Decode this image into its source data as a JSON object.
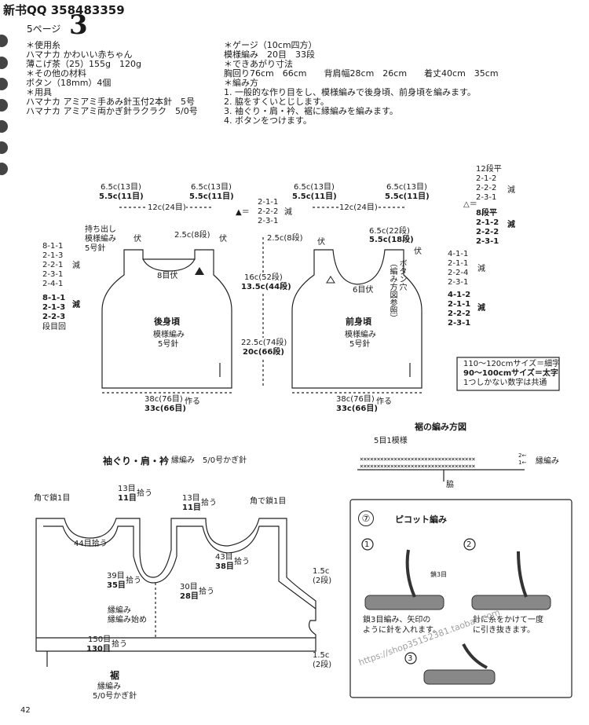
{
  "header": {
    "qq": "新书QQ 358483359",
    "page_label": "5ページ",
    "page_number": "3"
  },
  "materials_left": [
    "＊使用糸",
    "ハマナカ かわいい赤ちゃん",
    "薄こげ茶（25）155g　120g",
    "＊その他の材料",
    "ボタン（18mm）4個",
    "＊用具",
    "ハマナカ アミアミ手あみ針玉付2本針　5号",
    "ハマナカ アミアミ両かぎ針ラクラク　5/0号"
  ],
  "gauge": {
    "heading": "＊ゲージ（10cm四方）",
    "line": "模様編み　20目　33段"
  },
  "finished": {
    "heading": "＊できあがり寸法",
    "line": "胸回り76cm　66cm　　背肩幅28cm　26cm　　着丈40cm　35cm"
  },
  "method": {
    "heading": "＊編み方",
    "steps": [
      "1. 一般的な作り目をし、模様編みで後身頃、前身頃を編みます。",
      "2. 脇をすくいとじします。",
      "3. 袖ぐり・肩・衿、裾に縁編みを編みます。",
      "4. ボタンをつけます。"
    ]
  },
  "back": {
    "shoulder_l": "6.5c(13目)",
    "shoulder_l_b": "5.5c(11目)",
    "shoulder_r": "6.5c(13目)",
    "shoulder_r_b": "5.5c(11目)",
    "neck_width": "12c(24目)",
    "neck_note": [
      "2-1-1",
      "2-2-2",
      "2-3-1"
    ],
    "neck_note_label": "減",
    "mochidashi": [
      "持ち出し",
      "模様編み",
      "5号針"
    ],
    "fuse": "伏",
    "neck_depth": "2.5c(8段)",
    "neck_8": "8目伏",
    "left_dec_normal": [
      "8-1-1",
      "2-1-3",
      "2-2-1",
      "2-3-1",
      "2-4-1"
    ],
    "left_dec_bold": [
      "8-1-1",
      "2-1-3",
      "2-2-3"
    ],
    "gen": "減",
    "dan_kai": "段目回",
    "name": "後身頃",
    "pattern": "模様編み",
    "needle": "5号針",
    "width_normal": "38c(76目)",
    "width_bold": "33c(66目)",
    "tsukuru": "作る"
  },
  "center": {
    "depth": "2.5c(8段)",
    "arm_normal": "16c(52段)",
    "arm_bold": "13.5c(44段)",
    "body_normal": "22.5c(74段)",
    "body_bold": "20c(66段)"
  },
  "front": {
    "shoulder_l": "6.5c(13目)",
    "shoulder_l_b": "5.5c(11目)",
    "shoulder_r": "6.5c(13目)",
    "shoulder_r_b": "5.5c(11目)",
    "neck_width": "12c(24目)",
    "neck_depth": "6.5c(22段)",
    "neck_depth_b": "5.5c(18段)",
    "fuse": "伏",
    "neck_6": "6目伏",
    "button_note": [
      "ボタン穴",
      "（編み方図参照）"
    ],
    "name": "前身頃",
    "pattern": "模様編み",
    "needle": "5号針",
    "width_normal": "38c(76目)",
    "width_bold": "33c(66目)",
    "tsukuru": "作る",
    "right_top_normal": [
      "12段平",
      "2-1-2",
      "2-2-2",
      "2-3-1"
    ],
    "right_top_bold": [
      "8段平",
      "2-1-2",
      "2-2-2",
      "2-3-1"
    ],
    "right_mid_normal": [
      "4-1-1",
      "2-1-1",
      "2-2-4",
      "2-3-1"
    ],
    "right_mid_bold": [
      "4-1-2",
      "2-1-1",
      "2-2-2",
      "2-3-1"
    ],
    "gen": "減"
  },
  "legend": {
    "line1": "110〜120cmサイズ＝細字",
    "line2": "90〜100cmサイズ＝太字",
    "line3": "1つしかない数字は共通"
  },
  "edging": {
    "title": "袖ぐり・肩・衿",
    "subtitle": "縁編み　5/0号かぎ針",
    "kado_l": "角で鎖1目",
    "kado_r": "角で鎖1目",
    "top1_n": "13目",
    "top1_b": "11目",
    "hirou": "拾う",
    "top2_n": "13目",
    "top2_b": "11目",
    "mid44": "44目拾う",
    "m43_n": "43目",
    "m43_b": "38目",
    "m39_n": "39目",
    "m39_b": "35目",
    "m30_n": "30目",
    "m30_b": "28目",
    "start1": "縁編み",
    "start2": "縁編み始め",
    "side1": "1.5c",
    "side1b": "(2段)",
    "bottom_n": "150目",
    "bottom_b": "130目",
    "side2": "1.5c",
    "side2b": "(2段)",
    "suso": "裾",
    "suso1": "縁編み",
    "suso2": "5/0号かぎ針"
  },
  "hem_chart": {
    "title": "裾の編み方図",
    "repeat": "5目1模様",
    "label": "縁編み",
    "waki": "脇",
    "row2": "2←",
    "row1": "1←"
  },
  "picot": {
    "title": "ピコット編み",
    "step1_note": "鎖3目",
    "step1": "鎖3目編み、矢印の\nように針を入れます。",
    "step2": "針に糸をかけて一度\nに引き抜きます。",
    "watermark": "https://shop35152381.taobao.com"
  },
  "page_footer": "42"
}
